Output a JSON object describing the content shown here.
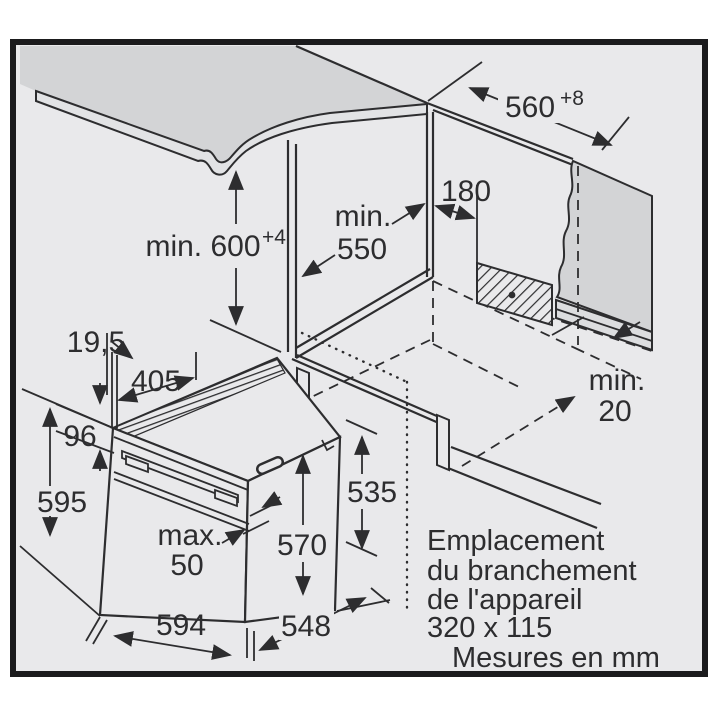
{
  "colors": {
    "background": "#ffffff",
    "panel": "#e9e9eb",
    "line": "#2d2d2f",
    "surface": "#d3d4d6",
    "surface_light": "#e2e3e5"
  },
  "dims": {
    "h600": {
      "label": "min. 600",
      "sup": "+4"
    },
    "d560": {
      "label": "560",
      "sup": "+8"
    },
    "d550": {
      "line1": "min.",
      "line2": "550"
    },
    "d180": {
      "label": "180"
    },
    "d20": {
      "line1": "min.",
      "line2": "20"
    },
    "d195": {
      "label": "19,5"
    },
    "d405": {
      "label": "405"
    },
    "d96": {
      "label": "96"
    },
    "d595": {
      "label": "595"
    },
    "d50": {
      "line1": "max.",
      "line2": "50"
    },
    "d570": {
      "label": "570"
    },
    "d535": {
      "label": "535"
    },
    "d594": {
      "label": "594"
    },
    "d548": {
      "label": "548"
    }
  },
  "note": {
    "line1": "Emplacement",
    "line2": "du branchement",
    "line3": "de l'appareil",
    "line4": "320 x 115"
  },
  "footer": {
    "label": "Mesures en mm"
  }
}
